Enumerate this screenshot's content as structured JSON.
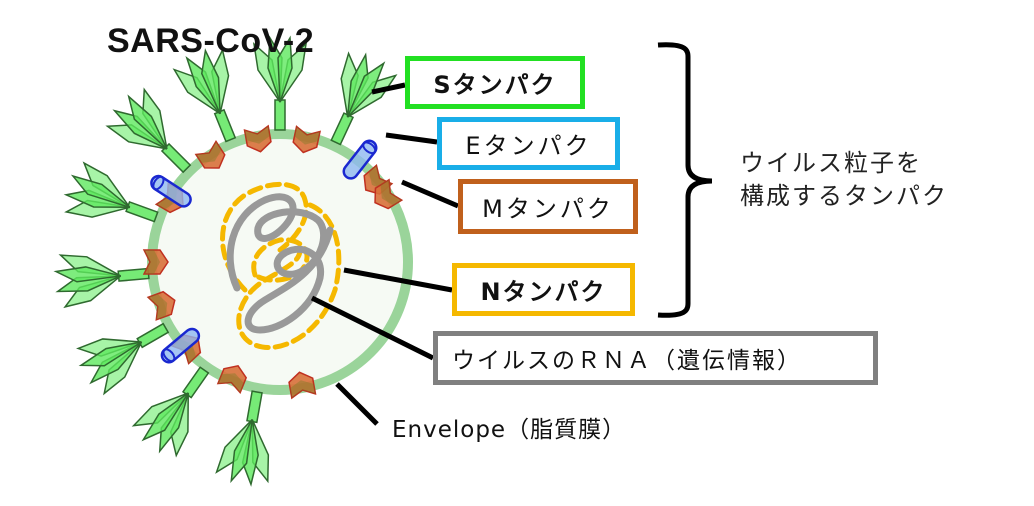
{
  "title": "SARS-CoV-2",
  "labels": {
    "s_protein": "Sタンパク",
    "e_protein": "Eタンパク",
    "m_protein": "Mタンパク",
    "n_protein": "Nタンパク",
    "rna": "ウイルスのＲＮＡ（遺伝情報）",
    "envelope": "Envelope（脂質膜）"
  },
  "group_label": {
    "line1": "ウイルス粒子を",
    "line2": "構成するタンパク"
  },
  "colors": {
    "s_border": "#22e022",
    "e_border": "#19aee8",
    "m_border": "#c0601c",
    "n_border": "#f5b800",
    "rna_border": "#808080",
    "envelope": "#9ad49a",
    "spike_fill": "#5ee85e",
    "spike_stroke": "#2f6a2f",
    "m_protein": "#d8703a",
    "e_protein": "#8fb8f0",
    "rna_strand": "#999999",
    "n_dash": "#f5b800"
  }
}
